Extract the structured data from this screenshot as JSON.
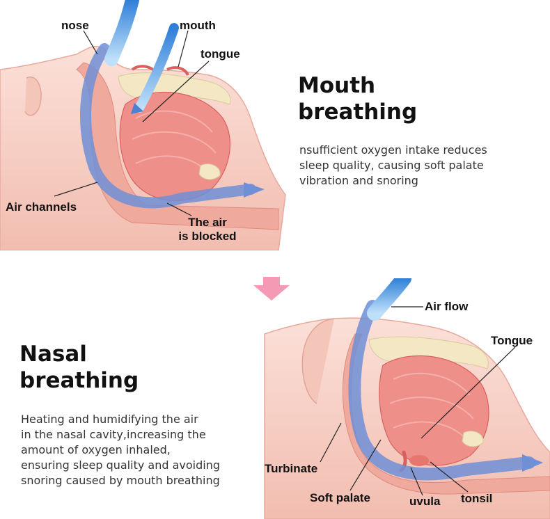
{
  "mouth_section": {
    "title_line1": "Mouth",
    "title_line2": "breathing",
    "description_lines": [
      "nsufficient oxygen intake reduces",
      "sleep quality, causing soft palate",
      "vibration and snoring"
    ],
    "labels": {
      "nose": "nose",
      "mouth": "mouth",
      "tongue": "tongue",
      "air_channels": "Air channels",
      "air_blocked_line1": "The air",
      "air_blocked_line2": "is blocked"
    }
  },
  "nasal_section": {
    "title_line1": "Nasal",
    "title_line2": "breathing",
    "description_lines": [
      "Heating and humidifying the air",
      "in the nasal cavity,increasing the",
      "amount of oxygen inhaled,",
      "ensuring sleep quality and avoiding",
      "snoring caused by mouth breathing"
    ],
    "labels": {
      "air_flow": "Air flow",
      "tongue": "Tongue",
      "turbinate": "Turbinate",
      "soft_palate": "Soft palate",
      "uvula": "uvula",
      "tonsil": "tonsil"
    }
  },
  "colors": {
    "skin": "#f6cfc4",
    "skin_edge": "#e8a99d",
    "muscle": "#ef8f8a",
    "muscle_dark": "#d9605f",
    "bone": "#f3e7c4",
    "air_blue": "#6f8fd6",
    "air_light": "#a9c8f0",
    "arrow_pink": "#f59ab5"
  }
}
